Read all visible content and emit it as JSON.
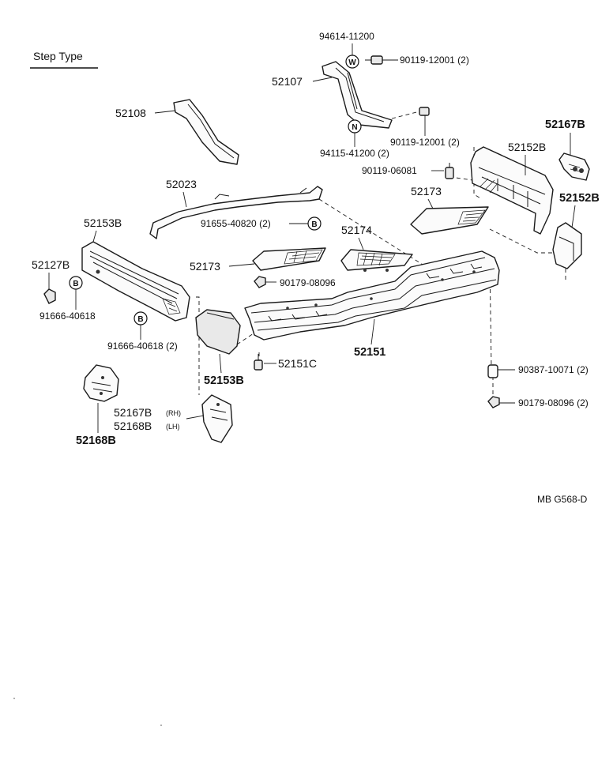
{
  "title": "Step Type",
  "code": "MB  G568-D",
  "badges": {
    "w": "W",
    "n": "N",
    "b": "B"
  },
  "labels": {
    "p94614": "94614-11200",
    "p90119_12001_a": "90119-12001 (2)",
    "p52107": "52107",
    "p52108": "52108",
    "p90119_12001_b": "90119-12001 (2)",
    "p94115": "94115-41200 (2)",
    "p90119_06081": "90119-06081",
    "p52167b_top": "52167B",
    "p52152b_a": "52152B",
    "p52152b_b": "52152B",
    "p52023": "52023",
    "p91655": "91655-40820 (2)",
    "p52173_a": "52173",
    "p52153b_a": "52153B",
    "p52174": "52174",
    "p52127b": "52127B",
    "p52173_b": "52173",
    "p90179_08096_a": "90179-08096",
    "p91666_a": "91666-40618",
    "p91666_b": "91666-40618 (2)",
    "p52151": "52151",
    "p52151c": "52151C",
    "p52153b_b": "52153B",
    "p90387": "90387-10071 (2)",
    "p90179_08096_b": "90179-08096 (2)",
    "p52167b_rh": "52167B",
    "rh": "(RH)",
    "p52168b_lh": "52168B",
    "lh": "(LH)",
    "p52168b": "52168B"
  }
}
